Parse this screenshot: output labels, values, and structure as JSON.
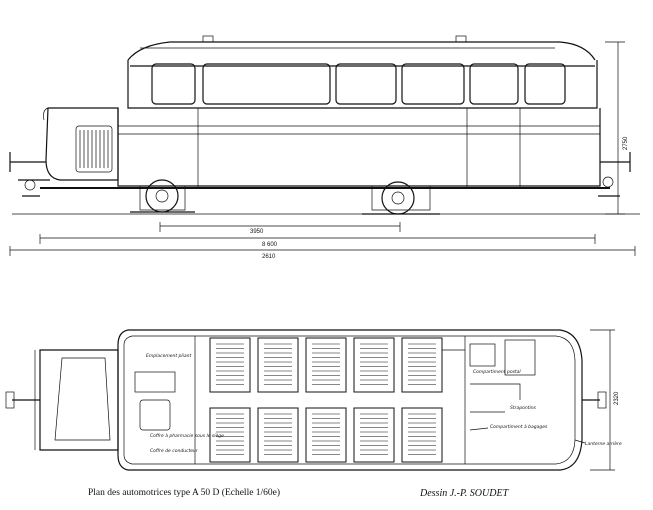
{
  "caption": {
    "title": "Plan des automotrices type A 50 D (Echelle 1/60e)",
    "author": "Dessin J.-P. SOUDET"
  },
  "dimensions": {
    "wheelbase": "3950",
    "length_body": "8 600",
    "length_total": "2610",
    "height": "2750",
    "width": "2320"
  },
  "plan_labels": {
    "emplacement_pliant": "Emplacement pliant",
    "coffre_pharmacie": "Coffre à pharmacie sous le siège",
    "coffre_conducteur": "Coffre de conducteur",
    "compartiment_postal": "Compartiment postal",
    "strapontins": "Strapontins",
    "compartiment_bagages": "Compartiment à bagages",
    "lanterne_arriere": "Lanterne arrière"
  }
}
